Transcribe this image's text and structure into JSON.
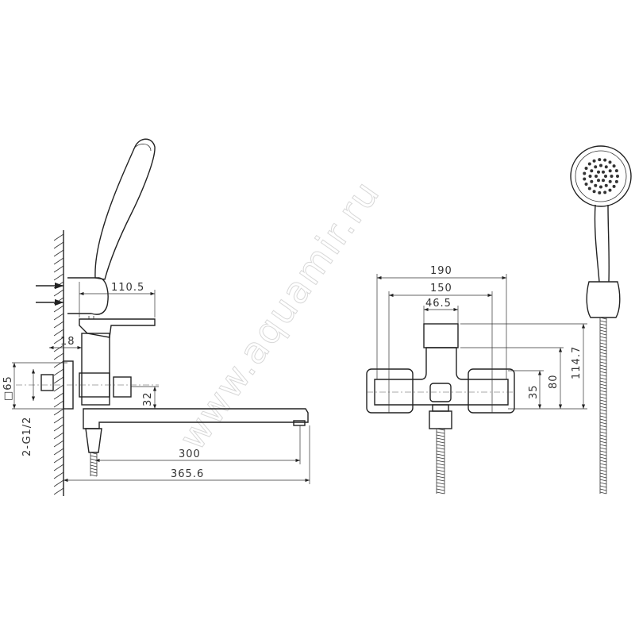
{
  "watermark": "www.aquamir.ru",
  "side_view": {
    "dims": {
      "holder_depth": "110.5",
      "wall_offset": "18",
      "flange": "□65",
      "thread": "2-G1/2",
      "spout_height": "32",
      "spout_reach": "300",
      "total_length": "365.6"
    }
  },
  "front_view": {
    "dims": {
      "overall_width": "190",
      "center_distance": "150",
      "body_width": "46.5",
      "total_height": "114.7",
      "body_height": "80",
      "axis_height": "35"
    }
  }
}
